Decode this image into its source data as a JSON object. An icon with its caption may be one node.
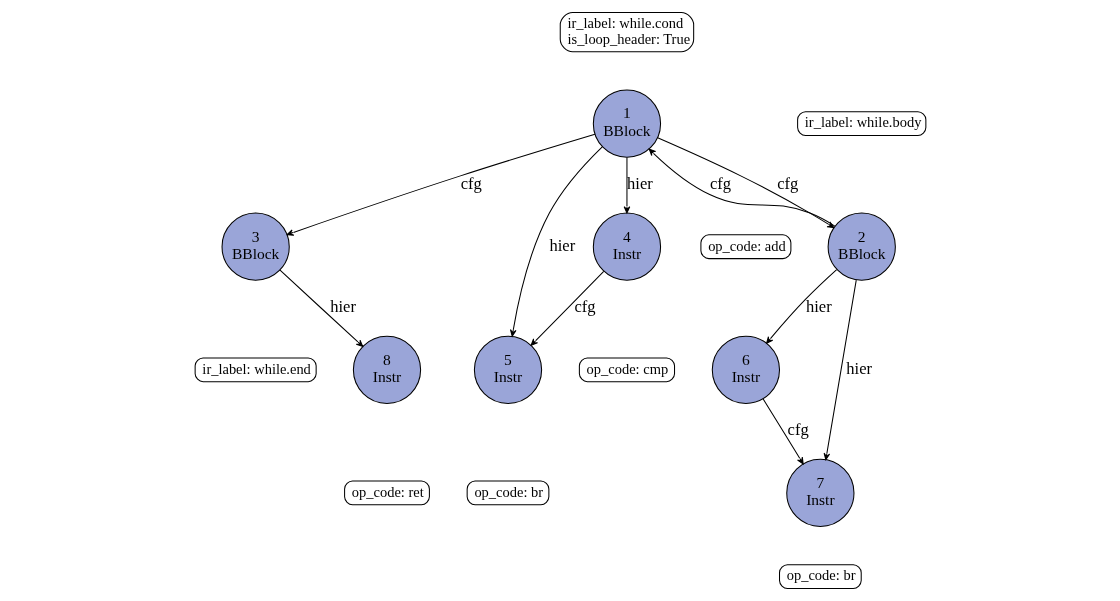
{
  "diagram": {
    "nodes": [
      {
        "text": [
          "ir_label: while.cond",
          "is_loop_header: True"
        ]
      },
      {
        "text": [
          "ir_label: while.body"
        ]
      },
      {
        "text": [
          "1",
          "BBlock"
        ]
      },
      {
        "text": [
          "2",
          "BBlock"
        ]
      },
      {
        "text": [
          "3",
          "BBlock"
        ]
      },
      {
        "text": [
          "ir_label: while.end"
        ]
      },
      {
        "text": [
          "op_code: add"
        ]
      },
      {
        "text": [
          "4",
          "Instr"
        ]
      },
      {
        "text": [
          "5",
          "Instr"
        ]
      },
      {
        "text": [
          "6",
          "Instr"
        ]
      },
      {
        "text": [
          "7",
          "Instr"
        ]
      },
      {
        "text": [
          "8",
          "Instr"
        ]
      },
      {
        "text": [
          "op_code: cmp"
        ]
      },
      {
        "text": [
          "op_code: br"
        ]
      },
      {
        "text": [
          "op_code: br"
        ]
      },
      {
        "text": [
          "op_code: ret"
        ]
      }
    ],
    "edges": [
      {
        "from": 2,
        "to": 3,
        "arrow": "to",
        "label": "cfg"
      },
      {
        "from": 3,
        "to": 2,
        "arrow": "to",
        "label": "cfg"
      },
      {
        "from": 2,
        "to": 4,
        "arrow": "to",
        "label": "cfg"
      },
      {
        "from": 2,
        "to": 7,
        "arrow": "to",
        "label": "hier"
      },
      {
        "from": 2,
        "to": 8,
        "arrow": "to",
        "label": "hier"
      },
      {
        "from": 3,
        "to": 9,
        "arrow": "to",
        "label": "hier"
      },
      {
        "from": 3,
        "to": 10,
        "arrow": "to",
        "label": "hier"
      },
      {
        "from": 4,
        "to": 11,
        "arrow": "to",
        "label": "hier"
      },
      {
        "from": 7,
        "to": 8,
        "arrow": "to",
        "label": "cfg"
      },
      {
        "from": 9,
        "to": 10,
        "arrow": "to",
        "label": "cfg"
      }
    ]
  }
}
